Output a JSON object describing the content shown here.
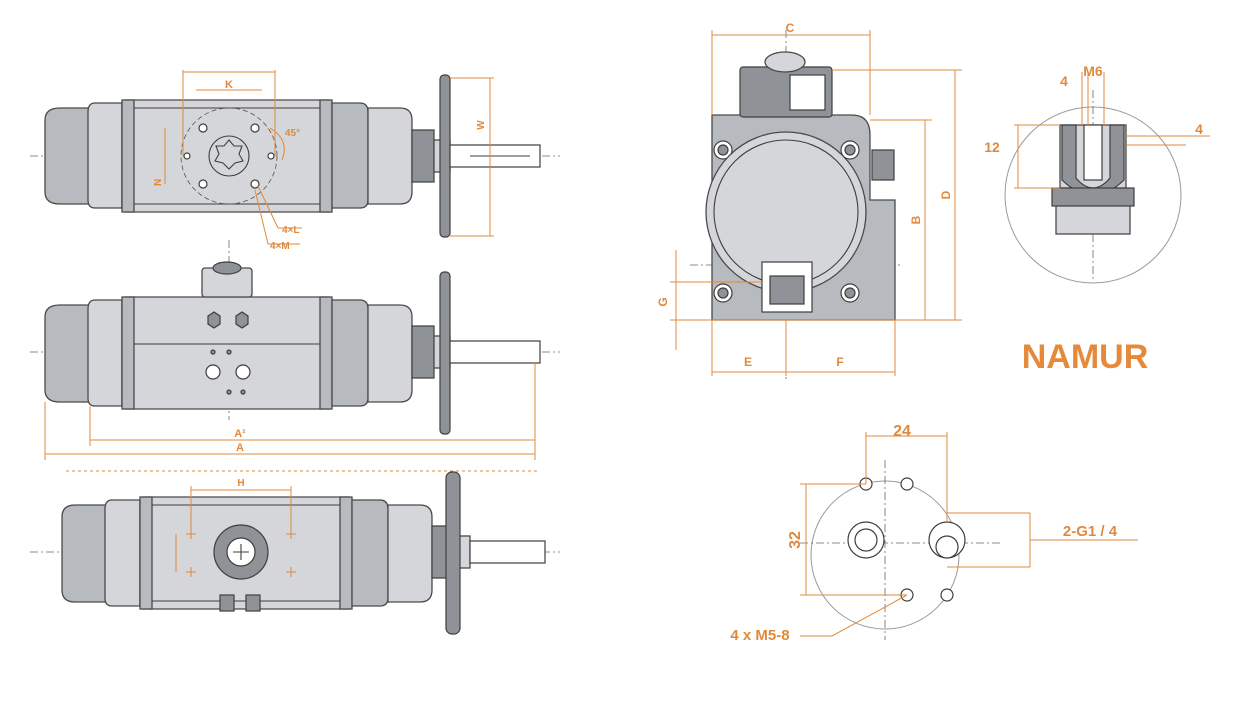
{
  "colors": {
    "accent": "#e68a3a",
    "body": "#d4d6d9",
    "outline": "#4a4a4a"
  },
  "front_view": {
    "label_k": "K",
    "label_w": "W",
    "label_angle": "45°",
    "label_n": "N",
    "label_4l": "4×L",
    "label_4m": "4×M"
  },
  "side_view": {
    "label_a1": "A¹",
    "label_a": "A"
  },
  "bottom_view": {
    "label_h": "H"
  },
  "end_view": {
    "label_c": "C",
    "label_d": "D",
    "label_b": "B",
    "label_g": "G",
    "label_e": "E",
    "label_f": "F"
  },
  "detail_m6": {
    "label_m6": "M6",
    "label_4_top": "4",
    "label_4_right": "4",
    "label_12": "12"
  },
  "namur": {
    "title": "NAMUR",
    "label_24": "24",
    "label_32": "32",
    "label_g14": "2-G1 / 4",
    "label_m5": "4 x M5-8"
  }
}
